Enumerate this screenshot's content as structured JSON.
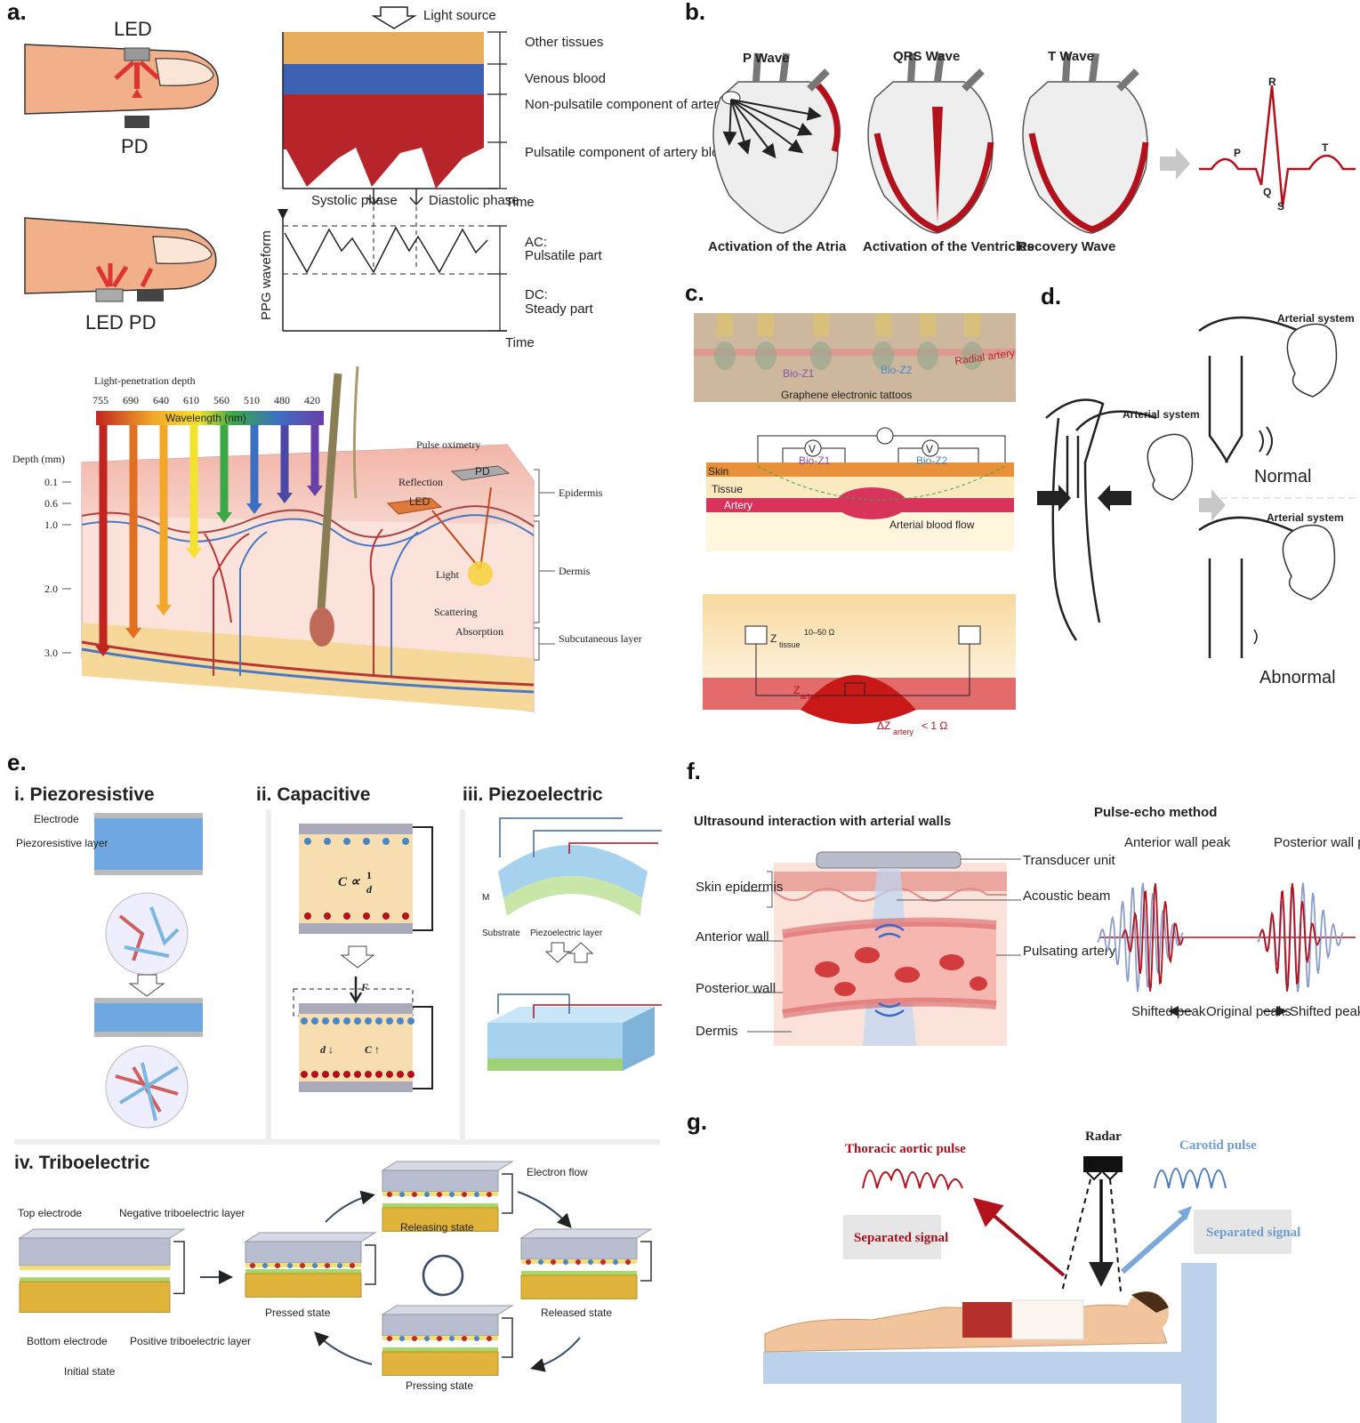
{
  "panels": {
    "a": "a.",
    "b": "b.",
    "c": "c.",
    "d": "d.",
    "e": "e.",
    "f": "f.",
    "g": "g."
  },
  "a": {
    "led": "LED",
    "pd": "PD",
    "led_pd": "LED PD",
    "light_source": "Light source",
    "layers": [
      "Other tissues",
      "Venous blood",
      "Non-pulsatile component of artery blood",
      "Pulsatile component of artery blood"
    ],
    "systolic": "Systolic phase",
    "diastolic": "Diastolic phase",
    "time": "Time",
    "ppg": "PPG waveform",
    "ac": "AC:",
    "ac_sub": "Pulsatile part",
    "dc": "DC:",
    "dc_sub": "Steady part",
    "depth_title": "Light-penetration depth",
    "wavelengths": [
      "755",
      "690",
      "640",
      "610",
      "560",
      "510",
      "480",
      "420"
    ],
    "wavelength_label": "Wavelength (nm)",
    "depth_mm": "Depth (mm)",
    "depth_ticks": [
      "0.1",
      "0.6",
      "1.0",
      "2.0",
      "3.0"
    ],
    "pulse_oximetry": "Pulse oximetry",
    "reflection": "Reflection",
    "pd_box": "PD",
    "led_box": "LED",
    "light": "Light",
    "scattering": "Scattering",
    "absorption": "Absorption",
    "epidermis": "Epidermis",
    "dermis": "Dermis",
    "subcutaneous": "Subcutaneous layer",
    "colors": [
      "#c0261f",
      "#e0701f",
      "#f2a72a",
      "#f5e22f",
      "#3aa845",
      "#3b6fc2",
      "#4a49a8",
      "#6b3fa8"
    ]
  },
  "b": {
    "waves": [
      "P Wave",
      "QRS Wave",
      "T Wave"
    ],
    "captions": [
      "Activation of the Atria",
      "Activation of the Ventricles",
      "Recovery Wave"
    ],
    "ecg_letters": [
      "R",
      "P",
      "T",
      "Q",
      "S"
    ]
  },
  "c": {
    "bio_z1": "Bio-Z1",
    "bio_z2": "Bio-Z2",
    "radial": "Radial artery",
    "tattoos": "Graphene electronic tattoos",
    "v": "V",
    "skin": "Skin",
    "tissue": "Tissue",
    "artery": "Artery",
    "flow": "Arterial blood flow",
    "z_tissue": "Z",
    "z_tissue_sub": "tissue",
    "z_range": "10–50 Ω",
    "z_artery": "Z",
    "z_artery_sub": "artery",
    "dz": "ΔZ",
    "dz_sub": "artery",
    "dz_val": "< 1 Ω"
  },
  "d": {
    "arterial": "Arterial system",
    "normal": "Normal",
    "abnormal": "Abnormal"
  },
  "e": {
    "i": "i. Piezoresistive",
    "ii": "ii. Capacitive",
    "iii": "iii. Piezoelectric",
    "iv": "iv. Triboelectric",
    "electrode": "Electrode",
    "piezo_layer": "Piezoresistive layer",
    "c_formula": "C ∝",
    "one": "1",
    "d": "d",
    "force": "F",
    "d_down": "d ↓",
    "c_up": "C ↑",
    "m": "M",
    "substrate": "Substrate",
    "piezo_el": "Piezoelectric layer",
    "top_electrode": "Top electrode",
    "neg_layer": "Negative triboelectric layer",
    "bottom_electrode": "Bottom electrode",
    "pos_layer": "Positive triboelectric layer",
    "initial": "Initial state",
    "pressed": "Pressed state",
    "releasing": "Releasing state",
    "released": "Released state",
    "pressing": "Pressing state",
    "electron_flow": "Electron flow"
  },
  "f": {
    "title": "Ultrasound interaction with arterial walls",
    "pulse_echo": "Pulse-echo method",
    "transducer": "Transducer unit",
    "acoustic": "Acoustic beam",
    "pulsating": "Pulsating artery",
    "skin": "Skin epidermis",
    "anterior": "Anterior wall",
    "posterior": "Posterior wall",
    "dermis": "Dermis",
    "ant_peak": "Anterior wall peak",
    "post_peak": "Posterior wall peak",
    "shifted": "Shifted peak",
    "original": "Original peaks"
  },
  "g": {
    "thoracic": "Thoracic aortic pulse",
    "radar": "Radar",
    "carotid": "Carotid pulse",
    "separated": "Separated signal"
  }
}
